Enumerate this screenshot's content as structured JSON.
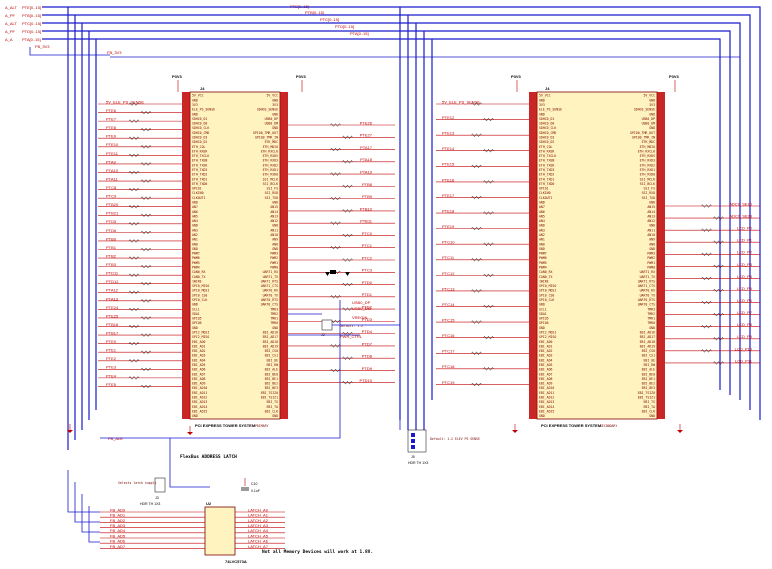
{
  "top_nets": [
    "A_ALT",
    "A_PF",
    "A_ALT",
    "A_PF",
    "A_A",
    "A_PF"
  ],
  "top_bus_labels": [
    "PTE[0..15]",
    "PTB[0..15]",
    "PTC[0..15]",
    "PTD[0..15]",
    "PTA[0..15]",
    "PTF[0..15]"
  ],
  "rail_label": "FB_3V3",
  "connector_left": {
    "part_name": "J4",
    "footer": "PCI EXPRESS TOWER SYSTEM",
    "footer_sub": "PRIMARY",
    "power_top_a": "P3V3",
    "power_top_b": "P3V3",
    "left_pins": [
      "5V_VCC",
      "GND",
      "3V3",
      "ELE_PS_SENSE",
      "GND",
      "SDHC0_D1",
      "SDHC0_D0",
      "SDHC0_CLK",
      "SDHC0_CMD",
      "SDHC0_D3",
      "SDHC0_D2",
      "ETH_COL",
      "ETH_RXER",
      "ETH_TXCLK",
      "ETH_TXEN",
      "ETH_TXER",
      "ETH_TXD3",
      "ETH_TXD2",
      "ETH_TXD1",
      "ETH_TXD0",
      "GPIO1",
      "CLKIN0",
      "CLKOUT1",
      "GND",
      "AN7",
      "AN6",
      "AN5",
      "AN4",
      "GND",
      "AN3",
      "AN2",
      "AN1",
      "AN0",
      "GND",
      "PWM7",
      "PWM6",
      "PWM5",
      "PWM4",
      "CAN0_RX",
      "CAN0_TX",
      "1WIRE",
      "SPI0_MISO",
      "SPI0_MOSI",
      "SPI0_CS0",
      "SPI0_CLK",
      "GND",
      "SCL1",
      "SDA1",
      "GPIO5",
      "GPIO6",
      "GND",
      "SPI2_MOSI",
      "SPI2_MISO",
      "EBI_AD0",
      "EBI_AD1",
      "EBI_AD2",
      "EBI_AD3",
      "EBI_AD4",
      "EBI_AD5",
      "EBI_AD6",
      "EBI_AD7",
      "EBI_AD8",
      "EBI_AD9",
      "EBI_AD10",
      "EBI_AD11",
      "EBI_AD12",
      "EBI_AD13",
      "EBI_AD14",
      "EBI_AD15",
      "GND"
    ],
    "right_pins": [
      "5V_VCC",
      "GND",
      "3V3",
      "SDHC0_SENSE",
      "GND",
      "USB0_DP",
      "USB0_DM",
      "GND",
      "GPIO0_TMR_OUT",
      "GPIO0_TMR_IN",
      "ETH_MDC",
      "ETH_MDIO",
      "ETH_RXCLK",
      "ETH_RXDV",
      "ETH_RXD3",
      "ETH_RXD2",
      "ETH_RXD1",
      "ETH_RXD0",
      "SSI_MCLK",
      "SSI_BCLK",
      "SSI_FS",
      "SSI_RXD",
      "SSI_TXD",
      "GND",
      "AN15",
      "AN14",
      "AN13",
      "AN12",
      "GND",
      "AN11",
      "AN10",
      "AN9",
      "AN8",
      "GND",
      "PWM3",
      "PWM2",
      "PWM1",
      "PWM0",
      "UART1_RX",
      "UART1_TX",
      "UART1_RTS",
      "UART1_CTS",
      "UART0_RX",
      "UART0_TX",
      "UART0_RTS",
      "UART0_CTS",
      "TMR3",
      "TMR2",
      "TMR1",
      "TMR0",
      "GND",
      "EBI_AD16",
      "EBI_AD17",
      "EBI_AD18",
      "EBI_AD19",
      "EBI_CS0",
      "EBI_CS1",
      "EBI_OE",
      "EBI_RW",
      "EBI_ALE",
      "EBI_BE0",
      "EBI_BE1",
      "EBI_BE2",
      "EBI_BE3",
      "EBI_TSIZ0",
      "EBI_TSIZ1",
      "EBI_TS",
      "EBI_TA",
      "EBI_CLK",
      "GND"
    ]
  },
  "connector_right": {
    "part_name": "J4",
    "footer": "PCI EXPRESS TOWER SYSTEM",
    "footer_sub": "SECONDARY",
    "power_top_a": "P3V3",
    "power_top_b": "P3V3"
  },
  "left_nets": [
    "5V_ELE_PS_SENSE",
    "PTE6",
    "PTE7",
    "PTE8",
    "PTE9",
    "PTE10",
    "PTE11",
    "PTA9",
    "PTA10",
    "PTA11",
    "PTC8",
    "PTC9",
    "PTB20",
    "PTB21",
    "PTD5",
    "PTD6",
    "PTB0",
    "PTB1",
    "PTB2",
    "PTB3",
    "PTD11",
    "PTD12",
    "PTA12",
    "PTA13",
    "PTE24",
    "PTE25",
    "PTB16",
    "PTB17",
    "PTE0",
    "PTE1",
    "PTE2",
    "PTE3",
    "PTE4",
    "PTE5"
  ],
  "right_nets": [
    "PTE26",
    "PTE27",
    "PTA17",
    "PTA18",
    "PTA19",
    "PTB8",
    "PTB9",
    "PTB10",
    "PTB11",
    "PTC0",
    "PTC1",
    "PTC2",
    "PTC3",
    "PTD0",
    "PTD1",
    "PTD2",
    "PTD3",
    "PTD4",
    "PTD7",
    "PTD8",
    "PTD9",
    "PTD10"
  ],
  "mid_nets": [
    "USB0_DP",
    "USB0_DM",
    "VREGIN",
    "PWR_CTRL"
  ],
  "mid_jumper": "J2",
  "mid_jumper_note": "Default: 1-2",
  "sec_left_nets": [
    "5V_ELE_PS_SENSE",
    "PTE12",
    "PTE13",
    "PTE14",
    "PTE15",
    "PTE16",
    "PTE17",
    "PTE18",
    "PTE19",
    "PTC10",
    "PTC11",
    "PTC12",
    "PTC13",
    "PTC14",
    "PTC15",
    "PTC16",
    "PTC17",
    "PTC18",
    "PTC19"
  ],
  "sec_right_nets": [
    "ADC0_SE16",
    "ADC0_SE23",
    "LCD_P0",
    "LCD_P1",
    "LCD_P2",
    "LCD_P3",
    "LCD_P4",
    "LCD_P5",
    "LCD_P6",
    "LCD_P7",
    "LCD_P8",
    "LCD_P9",
    "LCD_P10",
    "LCD_P11"
  ],
  "latch_title": "FlexBus ADDRESS LATCH",
  "latch_part": "U2",
  "latch_part_value": "74LVC573A",
  "latch_note": "Not all Memory Devices will work at 1.8V.",
  "latch_inputs": [
    "FB_AD0",
    "FB_AD1",
    "FB_AD2",
    "FB_AD3",
    "FB_AD4",
    "FB_AD5",
    "FB_AD6",
    "FB_AD7"
  ],
  "latch_outputs": [
    "LATCH_A0",
    "LATCH_A1",
    "LATCH_A2",
    "LATCH_A3",
    "LATCH_A4",
    "LATCH_A5",
    "LATCH_A6",
    "LATCH_A7"
  ],
  "latch_ale": "FB_ALE",
  "latch_jumper": "J3",
  "latch_jumper_ref": "HDR TH 1X3",
  "latch_jumper_note": "Selects latch supply",
  "latch_cap": "C10",
  "latch_cap_value": "0.1uF",
  "bottom_header": "J5",
  "bottom_header_ref": "HDR TH 1X3",
  "bottom_header_note": "Default: 1-2 ELEV PS SENSE"
}
